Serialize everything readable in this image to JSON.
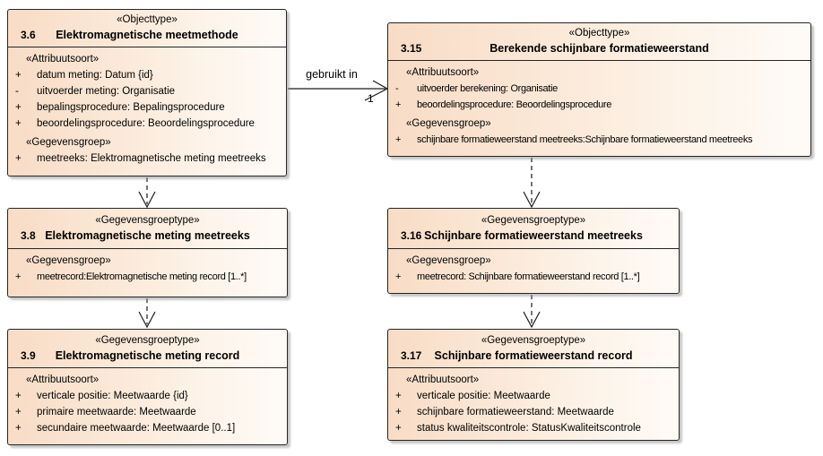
{
  "colors": {
    "box_fill_left": "#f8dcc6",
    "box_fill_right": "#fefbf7",
    "box_border": "#262626",
    "box_shadow": "#969696",
    "connector_line": "#1a1a1a",
    "text": "#000000",
    "background": "#ffffff"
  },
  "connector": {
    "label": "gebruikt in",
    "multiplicity": "1"
  },
  "diagram": {
    "boxes": [
      {
        "stereotype": "«Objecttype»",
        "number": "3.6",
        "name": "Elektromagnetische meetmethode",
        "sections": [
          {
            "header": "«Attribuutsoort»",
            "rows": [
              {
                "vis": "+",
                "text": "datum meting: Datum {id}"
              },
              {
                "vis": "-",
                "text": "uitvoerder meting: Organisatie"
              },
              {
                "vis": "+",
                "text": "bepalingsprocedure: Bepalingsprocedure"
              },
              {
                "vis": "+",
                "text": "beoordelingsprocedure: Beoordelingsprocedure"
              }
            ]
          },
          {
            "header": "«Gegevensgroep»",
            "rows": [
              {
                "vis": "+",
                "text": "meetreeks: Elektromagnetische meting meetreeks"
              }
            ]
          }
        ]
      },
      {
        "stereotype": "«Objecttype»",
        "number": "3.15",
        "name": "Berekende schijnbare formatieweerstand",
        "sections": [
          {
            "header": "«Attribuutsoort»",
            "rows": [
              {
                "vis": "-",
                "text": "uitvoerder berekening: Organisatie"
              },
              {
                "vis": "+",
                "text": "beoordelingsprocedure: Beoordelingsprocedure"
              }
            ]
          },
          {
            "header": "«Gegevensgroep»",
            "rows": [
              {
                "vis": "+",
                "text": "schijnbare formatieweerstand meetreeks:Schijnbare formatieweerstand meetreeks"
              }
            ]
          }
        ]
      },
      {
        "stereotype": "«Gegevensgroeptype»",
        "number": "3.8",
        "name": "Elektromagnetische meting meetreeks",
        "sections": [
          {
            "header": "«Gegevensgroep»",
            "rows": [
              {
                "vis": "+",
                "text": "meetrecord:Elektromagnetische meting record [1..*]"
              }
            ]
          }
        ]
      },
      {
        "stereotype": "«Gegevensgroeptype»",
        "number": "3.16",
        "name": "Schijnbare formatieweerstand meetreeks",
        "sections": [
          {
            "header": "«Gegevensgroep»",
            "rows": [
              {
                "vis": "+",
                "text": "meetrecord: Schijnbare formatieweerstand record [1..*]"
              }
            ]
          }
        ]
      },
      {
        "stereotype": "«Gegevensgroeptype»",
        "number": "3.9",
        "name": "Elektromagnetische meting record",
        "sections": [
          {
            "header": "«Attribuutsoort»",
            "rows": [
              {
                "vis": "+",
                "text": "verticale positie: Meetwaarde {id}"
              },
              {
                "vis": "+",
                "text": "primaire meetwaarde: Meetwaarde"
              },
              {
                "vis": "+",
                "text": "secundaire meetwaarde: Meetwaarde [0..1]"
              }
            ]
          }
        ]
      },
      {
        "stereotype": "«Gegevensgroeptype»",
        "number": "3.17",
        "name": "Schijnbare formatieweerstand record",
        "sections": [
          {
            "header": "«Attribuutsoort»",
            "rows": [
              {
                "vis": "+",
                "text": "verticale positie: Meetwaarde"
              },
              {
                "vis": "+",
                "text": "schijnbare formatieweerstand: Meetwaarde"
              },
              {
                "vis": "+",
                "text": "status kwaliteitscontrole: StatusKwaliteitscontrole"
              }
            ]
          }
        ]
      }
    ]
  }
}
